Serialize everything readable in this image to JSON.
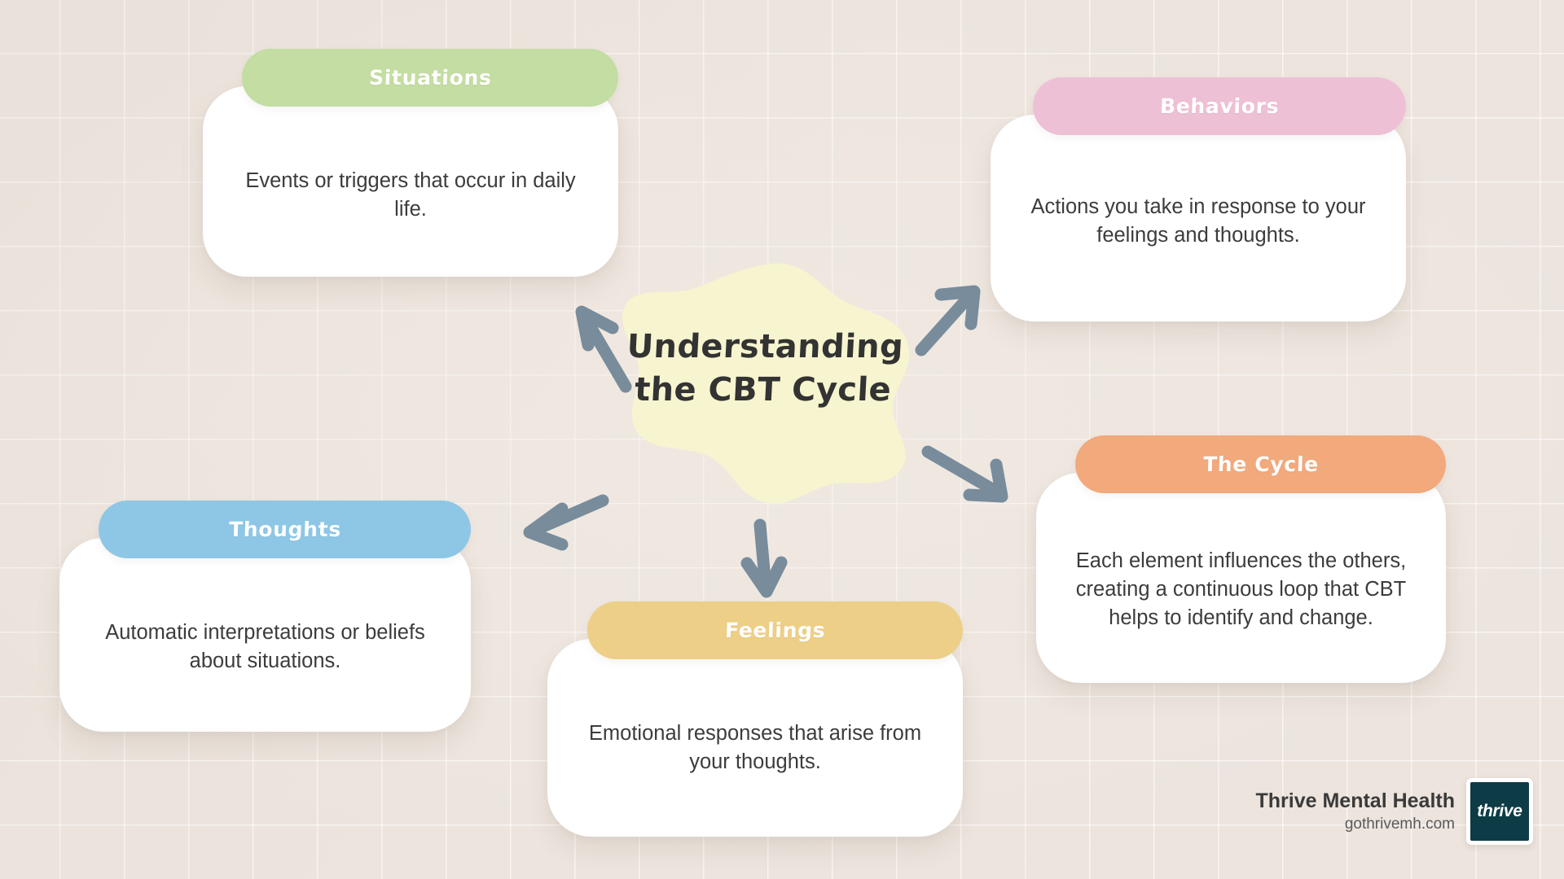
{
  "canvas": {
    "background_color": "#ece4dd",
    "grid_line_color": "#ffffff"
  },
  "center": {
    "title_line1": "Understanding",
    "title_line2": "the CBT Cycle",
    "blob_color": "#f6f5cf",
    "text_color": "#333333"
  },
  "cards": [
    {
      "id": "situations",
      "label": "Situations",
      "text": "Events or triggers that occur in daily life.",
      "accent": "#c3dda2"
    },
    {
      "id": "behaviors",
      "label": "Behaviors",
      "text": "Actions you take in response to your feelings and thoughts.",
      "accent": "#eec0d5"
    },
    {
      "id": "the-cycle",
      "label": "The Cycle",
      "text": "Each element influences the others, creating a continuous loop that CBT helps to identify and change.",
      "accent": "#f2a97c"
    },
    {
      "id": "feelings",
      "label": "Feelings",
      "text": "Emotional responses that arise from your thoughts.",
      "accent": "#edcf88"
    },
    {
      "id": "thoughts",
      "label": "Thoughts",
      "text": "Automatic interpretations or beliefs about situations.",
      "accent": "#8ec7e6"
    }
  ],
  "arrows": {
    "color": "#788c9b",
    "count": 4,
    "directions": [
      "up-left",
      "up-right",
      "down-right",
      "down-left",
      "down"
    ]
  },
  "footer": {
    "brand_name": "Thrive Mental Health",
    "url": "gothrivemh.com",
    "logo_text": "thrive",
    "logo_bg": "#0d3b46"
  }
}
